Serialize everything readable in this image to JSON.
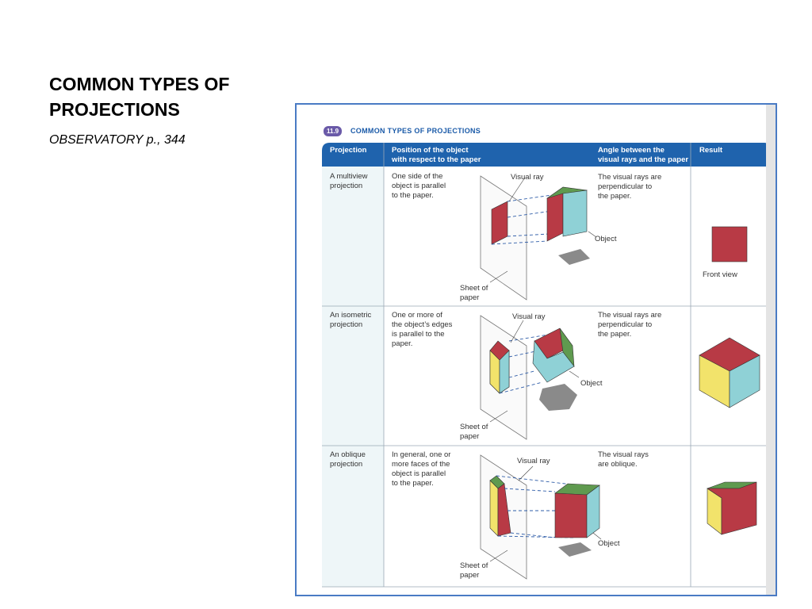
{
  "slide": {
    "title": "COMMON TYPES OF PROJECTIONS",
    "subtitle": "OBSERVATORY p., 344"
  },
  "figure": {
    "badge": "11.9",
    "caption": "COMMON TYPES OF PROJECTIONS",
    "headers": {
      "projection": "Projection",
      "position_1": "Position of the object",
      "position_2": "with respect to the paper",
      "angle_1": "Angle between the",
      "angle_2": "visual rays and the paper",
      "result": "Result"
    },
    "rows": [
      {
        "projection": [
          "A multiview",
          "projection"
        ],
        "position": [
          "One side of the",
          "object is parallel",
          "to the paper."
        ],
        "angle": [
          "The visual rays are",
          "perpendicular to",
          "the paper."
        ],
        "labels": {
          "ray": "Visual ray",
          "object": "Object",
          "sheet": [
            "Sheet of",
            "paper"
          ]
        },
        "result_label": "Front view"
      },
      {
        "projection": [
          "An isometric",
          "projection"
        ],
        "position": [
          "One or more of",
          "the object’s edges",
          "is parallel to the",
          "paper."
        ],
        "angle": [
          "The visual rays are",
          "perpendicular to",
          "the paper."
        ],
        "labels": {
          "ray": "Visual ray",
          "object": "Object",
          "sheet": [
            "Sheet of",
            "paper"
          ]
        },
        "result_label": ""
      },
      {
        "projection": [
          "An oblique",
          "projection"
        ],
        "position": [
          "In general, one or",
          "more faces of the",
          "object is parallel",
          "to the paper."
        ],
        "angle": [
          "The visual rays",
          "are oblique."
        ],
        "labels": {
          "ray": "Visual ray",
          "object": "Object",
          "sheet": [
            "Sheet of",
            "paper"
          ]
        },
        "result_label": ""
      }
    ]
  },
  "colors": {
    "header_blue": "#1f63ad",
    "frame_blue": "#4a7bc4",
    "red": "#b83a45",
    "green": "#5f9a4f",
    "cyan": "#8fd1d6",
    "yellow": "#f2e36b"
  }
}
